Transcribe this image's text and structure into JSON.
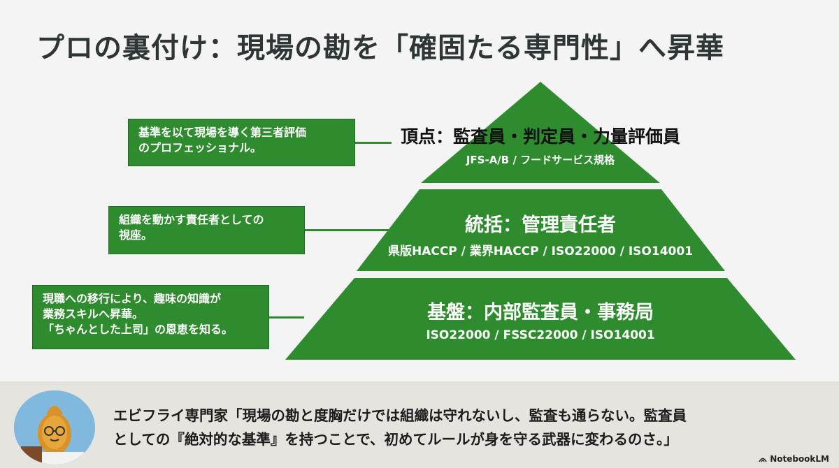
{
  "title": "プロの裏付け：現場の勘を「確固たる専門性」へ昇華",
  "colors": {
    "green": "#2e8b2e",
    "bar": "#e6e4de",
    "title": "#2e3535"
  },
  "pyramid": {
    "apex": {
      "title": "頂点：監査員・判定員・力量評価員",
      "sub": "JFS-A/B / フードサービス規格"
    },
    "middle": {
      "title": "統括：管理責任者",
      "sub": "県版HACCP / 業界HACCP / ISO22000 / ISO14001"
    },
    "base": {
      "title": "基盤：内部監査員・事務局",
      "sub": "ISO22000 / FSSC22000 / ISO14001"
    }
  },
  "callouts": {
    "apex": {
      "lines": [
        "基準を以て現場を導く第三者評価",
        "のプロフェッショナル。"
      ]
    },
    "middle": {
      "lines": [
        "組織を動かす責任者としての",
        "視座。"
      ]
    },
    "base": {
      "lines": [
        "現職への移行により、趣味の知識が",
        "業務スキルへ昇華。",
        "「ちゃんとした上司」の恩恵を知る。"
      ]
    }
  },
  "quote": {
    "lines": [
      "エビフライ専門家「現場の勘と度胸だけでは組織は守れないし、監査も通らない。監査員",
      "としての『絶対的な基準』を持つことで、初めてルールが身を守る武器に変わるのさ。」"
    ]
  },
  "brand": "NotebookLM",
  "icons": {
    "avatar": "fried-shrimp-character-icon",
    "brand": "notebooklm-logo-icon"
  }
}
